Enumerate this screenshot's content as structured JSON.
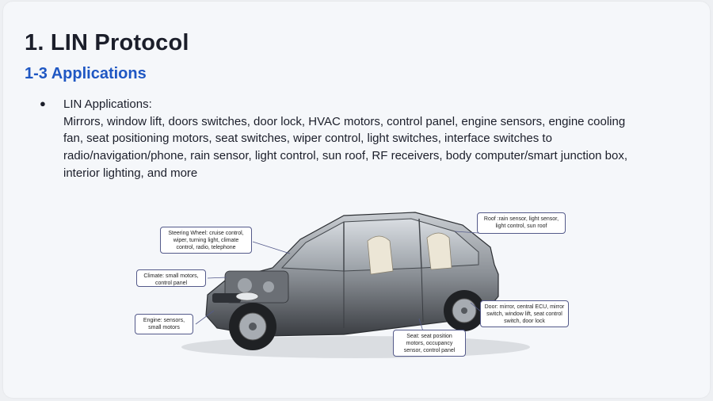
{
  "slide": {
    "title": "1. LIN Protocol",
    "subtitle": "1-3 Applications",
    "bullet": {
      "heading": "LIN Applications:",
      "body": "Mirrors, window lift, doors switches, door lock, HVAC motors, control panel, engine sensors, engine cooling fan, seat positioning motors, seat switches, wiper control, light switches, interface switches to radio/navigation/phone, rain sensor, light control, sun roof, RF receivers, body computer/smart junction box, interior lighting, and more"
    }
  },
  "figure": {
    "callouts": {
      "steering": "Steering Wheel: cruise control, wiper, turning light, climate control, radio, telephone",
      "climate": "Climate: small motors, control panel",
      "engine": "Engine: sensors, small motors",
      "roof": "Roof :rain sensor, light sensor, light control, sun roof",
      "door": "Door: mirror, central ECU, mirror switch, window lift, seat control switch, door lock",
      "seat": "Seat: seat position motors, occupancy sensor, control panel"
    }
  }
}
